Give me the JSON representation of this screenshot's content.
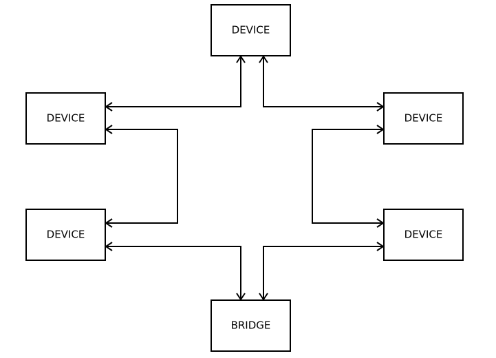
{
  "diagram": {
    "nodes": [
      {
        "id": "top",
        "label": "DEVICE"
      },
      {
        "id": "upper-left",
        "label": "DEVICE"
      },
      {
        "id": "upper-right",
        "label": "DEVICE"
      },
      {
        "id": "lower-left",
        "label": "DEVICE"
      },
      {
        "id": "lower-right",
        "label": "DEVICE"
      },
      {
        "id": "bottom",
        "label": "BRIDGE"
      }
    ],
    "edges": [
      {
        "from": "upper-left",
        "to": "top",
        "directed": "both"
      },
      {
        "from": "upper-right",
        "to": "top",
        "directed": "both"
      },
      {
        "from": "upper-left",
        "to": "lower-left",
        "directed": "both"
      },
      {
        "from": "upper-right",
        "to": "lower-right",
        "directed": "both"
      },
      {
        "from": "lower-left",
        "to": "bottom",
        "directed": "both"
      },
      {
        "from": "lower-right",
        "to": "bottom",
        "directed": "both"
      }
    ],
    "colors": {
      "stroke": "#000000",
      "fill": "#ffffff"
    }
  }
}
